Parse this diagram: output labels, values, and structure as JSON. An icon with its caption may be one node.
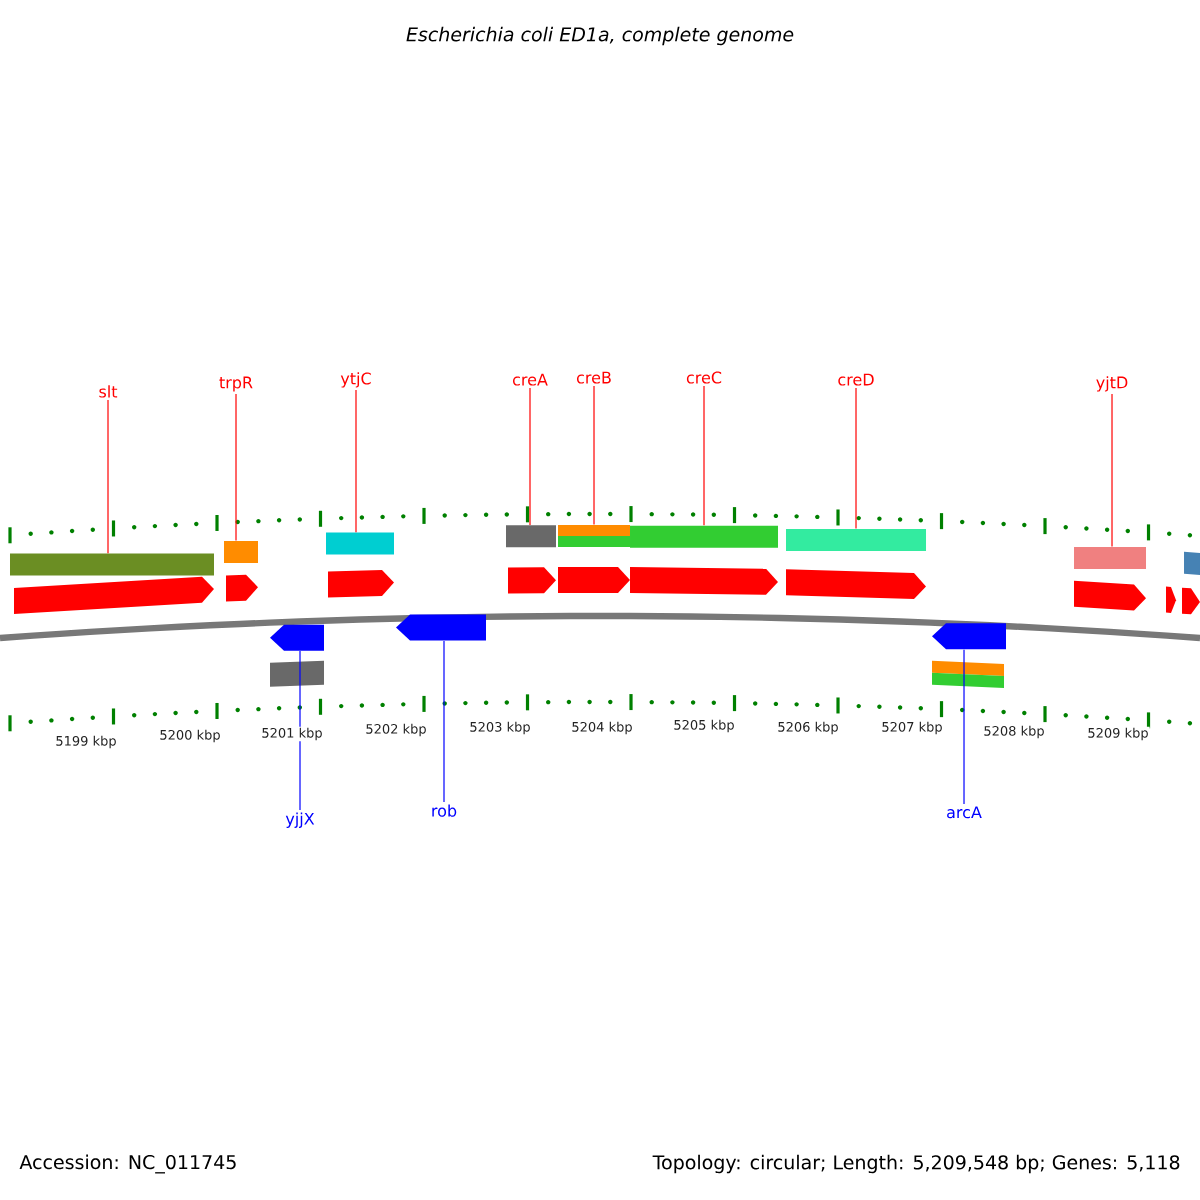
{
  "diagram": {
    "title": "Escherichia coli ED1a, complete genome",
    "nodes": [
      {
        "text": [
          "slt"
        ]
      },
      {
        "text": [
          "trpR"
        ]
      },
      {
        "text": [
          "ytjC"
        ]
      },
      {
        "text": [
          "creA"
        ]
      },
      {
        "text": [
          "creB"
        ]
      },
      {
        "text": [
          "creC"
        ]
      },
      {
        "text": [
          "creD"
        ]
      },
      {
        "text": [
          "yjtD"
        ]
      },
      {
        "text": [],
        "shape": "bar"
      },
      {
        "text": [],
        "shape": "bar"
      },
      {
        "text": [],
        "shape": "bar"
      },
      {
        "text": [],
        "shape": "bar"
      },
      {
        "text": [],
        "shape": "bar"
      },
      {
        "text": [],
        "shape": "bar"
      },
      {
        "text": [],
        "shape": "bar"
      },
      {
        "text": [],
        "shape": "bar"
      },
      {
        "text": [],
        "shape": "arrow"
      },
      {
        "text": [],
        "shape": "arrow"
      },
      {
        "text": [],
        "shape": "arrow"
      },
      {
        "text": [
          "yjjX"
        ]
      },
      {
        "text": [
          "rob"
        ]
      },
      {
        "text": [
          "arcA"
        ]
      }
    ],
    "edges": [
      {
        "from": 0,
        "to": 8,
        "arrow": "none"
      },
      {
        "from": 1,
        "to": 9,
        "arrow": "none"
      },
      {
        "from": 2,
        "to": 10,
        "arrow": "none"
      },
      {
        "from": 3,
        "to": 11,
        "arrow": "none"
      },
      {
        "from": 4,
        "to": 12,
        "arrow": "none"
      },
      {
        "from": 5,
        "to": 13,
        "arrow": "none"
      },
      {
        "from": 6,
        "to": 14,
        "arrow": "none"
      },
      {
        "from": 7,
        "to": 15,
        "arrow": "none"
      },
      {
        "from": 19,
        "to": 16,
        "arrow": "none",
        "color": "#0000ff"
      },
      {
        "from": 20,
        "to": 17,
        "arrow": "none",
        "color": "#0000ff"
      },
      {
        "from": 21,
        "to": 18,
        "arrow": "none",
        "color": "#0000ff"
      }
    ],
    "labels": [
      "5199 kbp",
      "5200 kbp",
      "5201 kbp",
      "5202 kbp",
      "5203 kbp",
      "5204 kbp",
      "5205 kbp",
      "5206 kbp",
      "5207 kbp",
      "5208 kbp",
      "5209 kbp",
      "Accession: NC_011745",
      "Topology: circular; Length: 5,209,548 bp; Genes: 5,118"
    ]
  }
}
